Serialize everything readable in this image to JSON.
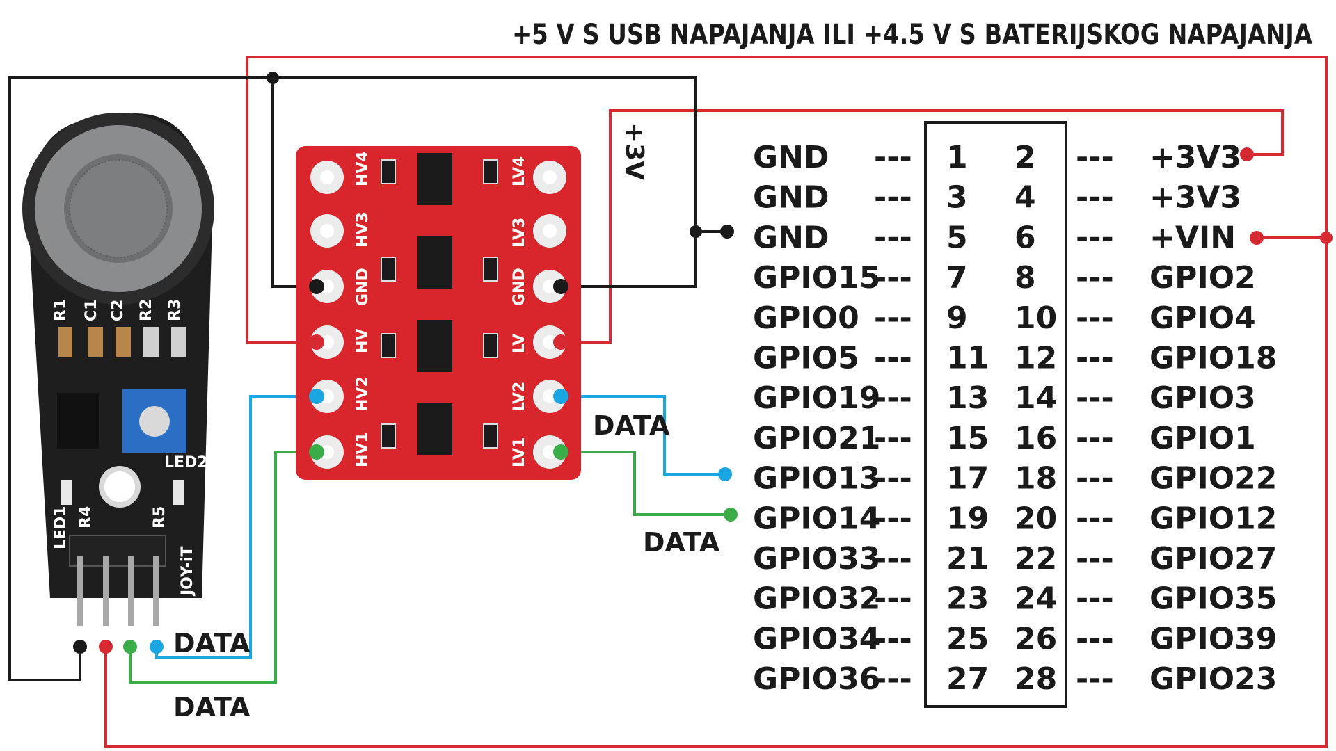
{
  "title": "+5 V S USB NAPAJANJA ILI +4.5 V S BATERIJSKOG NAPAJANJA",
  "labels": {
    "plus3v": "+3V",
    "data_a": "DATA",
    "data_b": "DATA",
    "data_c": "DATA",
    "data_d": "DATA"
  },
  "level_shifter": {
    "left_pins": [
      "HV4",
      "HV3",
      "GND",
      "HV",
      "HV2",
      "HV1"
    ],
    "right_pins": [
      "LV4",
      "LV3",
      "GND",
      "LV",
      "LV2",
      "LV1"
    ]
  },
  "sensor": {
    "components": [
      "R1",
      "C1",
      "C2",
      "R2",
      "R3",
      "LED2",
      "LED1",
      "R4",
      "R5"
    ],
    "brand": "JOY-iT"
  },
  "header": {
    "separator": "---",
    "rows": [
      {
        "left": "GND",
        "n1": "1",
        "n2": "2",
        "right": "+3V3"
      },
      {
        "left": "GND",
        "n1": "3",
        "n2": "4",
        "right": "+3V3"
      },
      {
        "left": "GND",
        "n1": "5",
        "n2": "6",
        "right": "+VIN"
      },
      {
        "left": "GPIO15",
        "n1": "7",
        "n2": "8",
        "right": "GPIO2"
      },
      {
        "left": "GPIO0",
        "n1": "9",
        "n2": "10",
        "right": "GPIO4"
      },
      {
        "left": "GPIO5",
        "n1": "11",
        "n2": "12",
        "right": "GPIO18"
      },
      {
        "left": "GPIO19",
        "n1": "13",
        "n2": "14",
        "right": "GPIO3"
      },
      {
        "left": "GPIO21",
        "n1": "15",
        "n2": "16",
        "right": "GPIO1"
      },
      {
        "left": "GPIO13",
        "n1": "17",
        "n2": "18",
        "right": "GPIO22"
      },
      {
        "left": "GPIO14",
        "n1": "19",
        "n2": "20",
        "right": "GPIO12"
      },
      {
        "left": "GPIO33",
        "n1": "21",
        "n2": "22",
        "right": "GPIO27"
      },
      {
        "left": "GPIO32",
        "n1": "23",
        "n2": "24",
        "right": "GPIO35"
      },
      {
        "left": "GPIO34",
        "n1": "25",
        "n2": "26",
        "right": "GPIO39"
      },
      {
        "left": "GPIO36",
        "n1": "27",
        "n2": "28",
        "right": "GPIO23"
      }
    ]
  },
  "colors": {
    "red_wire": "#d62a33",
    "black_wire": "#1a1a1a",
    "blue_wire": "#1aa6e0",
    "green_wire": "#3aad48",
    "board_red": "#d9262c",
    "sensor_board": "#1e1e1e"
  }
}
